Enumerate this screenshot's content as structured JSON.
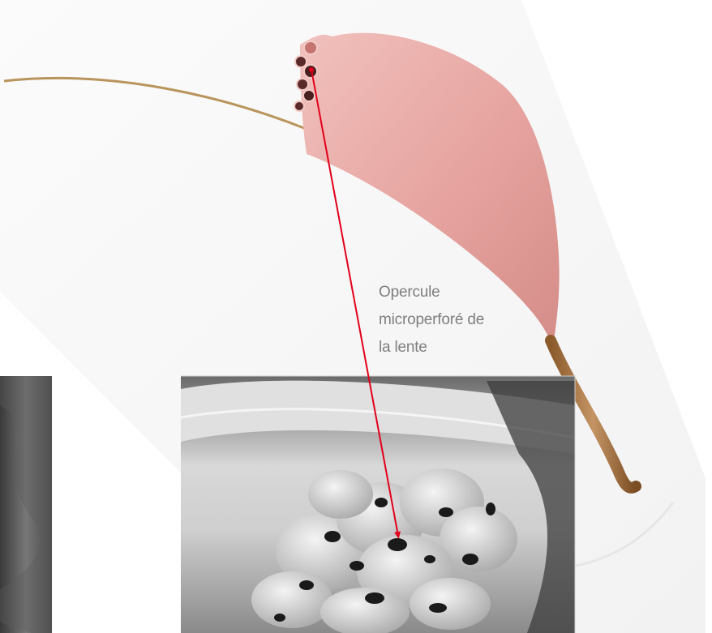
{
  "annotation": {
    "lines": [
      "Opercule",
      "microperforé de",
      "la lente"
    ]
  },
  "colors": {
    "lens": "#e8a8a4",
    "arrow": "#e2001a",
    "annotation_text": "#7f7f7f",
    "pillar": "#b8864e"
  }
}
